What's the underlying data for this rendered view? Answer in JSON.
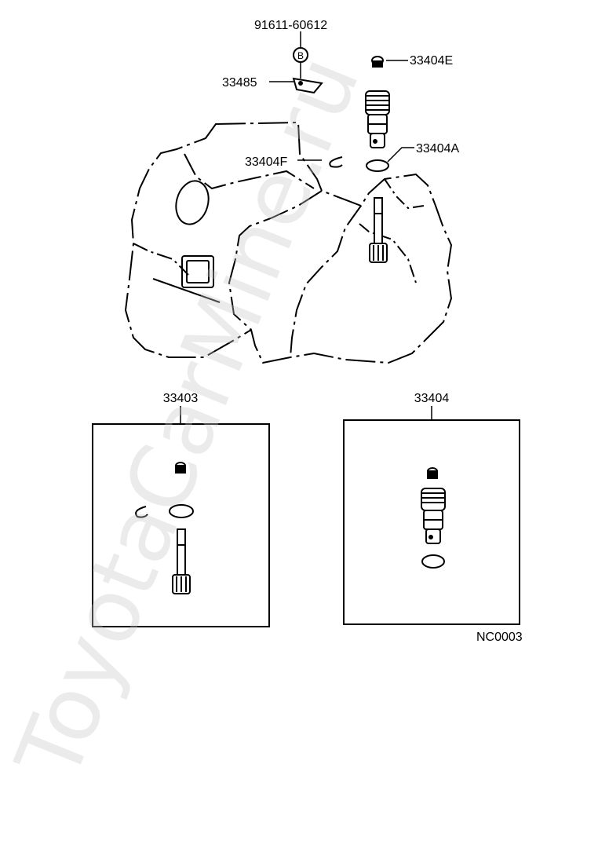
{
  "diagram": {
    "labels": {
      "bolt": "91611-60612",
      "bolt_mark": "B",
      "plate": "33485",
      "plug": "33404E",
      "clip": "33404F",
      "oring": "33404A",
      "kit_left": "33403",
      "kit_right": "33404",
      "code": "NC0003"
    },
    "watermark": "ToyotaCarMine.ru"
  }
}
